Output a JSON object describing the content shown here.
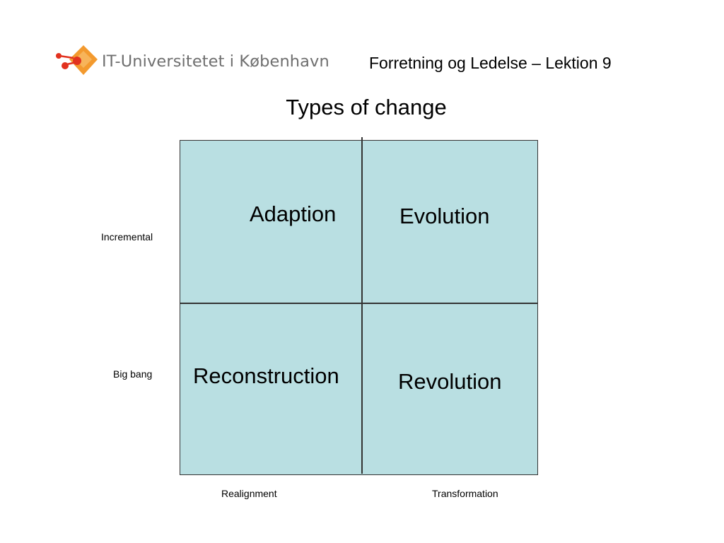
{
  "header": {
    "logo_text": "IT-Universitetet i København",
    "course": "Forretning og Ledelse – Lektion  9",
    "colors": {
      "logo_orange": "#f39a2e",
      "logo_red": "#e2321f",
      "logo_text": "#6f6f6f"
    }
  },
  "slide": {
    "title": "Types of change"
  },
  "matrix": {
    "fill_color": "#b9dfe2",
    "row_labels": [
      "Incremental",
      "Big bang"
    ],
    "col_labels": [
      "Realignment",
      "Transformation"
    ],
    "cells": {
      "top_left": "Adaption",
      "top_right": "Evolution",
      "bottom_left": "Reconstruction",
      "bottom_right": "Revolution"
    }
  }
}
